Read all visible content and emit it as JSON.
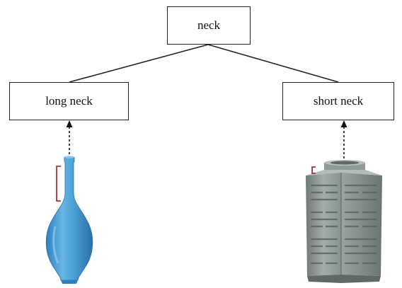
{
  "diagram": {
    "root": {
      "label": "neck"
    },
    "children": [
      {
        "label": "long neck",
        "illustration": "blue-bottle-vase-icon"
      },
      {
        "label": "short neck",
        "illustration": "grey-cong-vase-icon"
      }
    ]
  },
  "colors": {
    "line": "#222222",
    "bracket": "#9b1c1c",
    "blue_vase": "#4a9fd4",
    "grey_vase": "#8e9a93"
  }
}
